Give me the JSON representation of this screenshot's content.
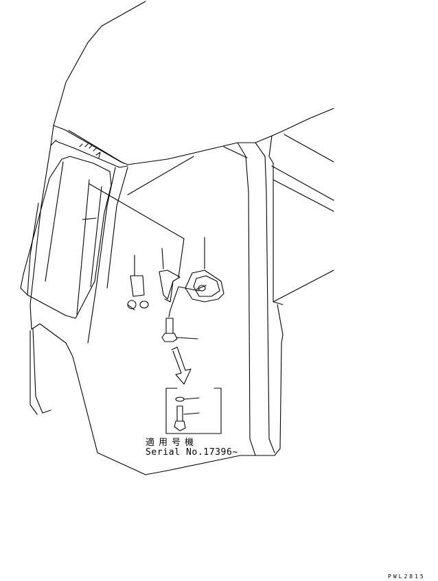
{
  "applicable_models_label": "適用号機",
  "serial_label": "Serial No.17396~",
  "drawing_code": "PWL2815"
}
